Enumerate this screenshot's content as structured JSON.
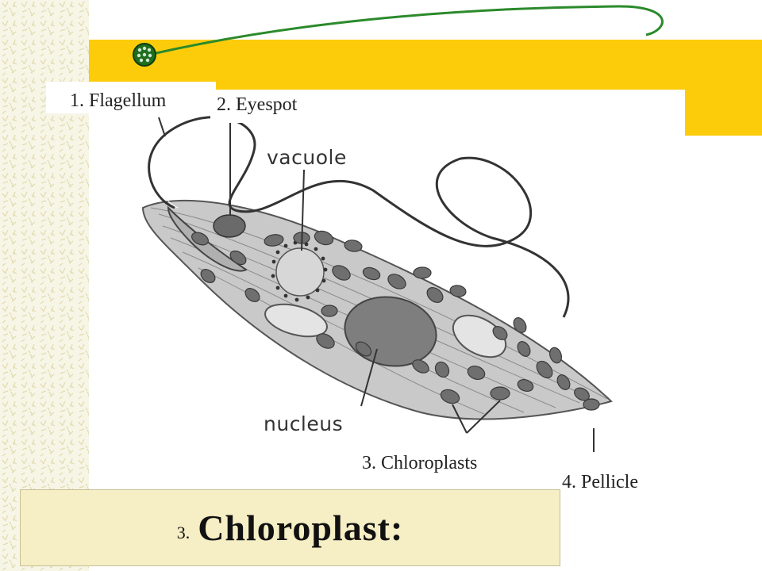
{
  "labels": {
    "flagellum": "1. Flagellum",
    "eyespot": "2. Eyespot",
    "chloroplasts": "3. Chloroplasts",
    "pellicle": "4. Pellicle"
  },
  "diagram_labels": {
    "vacuole": "vacuole",
    "nucleus": "nucleus"
  },
  "caption": {
    "number": "3.",
    "term": "Chloroplast:"
  },
  "colors": {
    "accent_bar": "#fccc0b",
    "pin_line": "#2b8a2b",
    "caption_fill": "#f6eec4",
    "cell_fill": "#c9c9c9",
    "chloroplast_fill": "#6f6f6f"
  }
}
